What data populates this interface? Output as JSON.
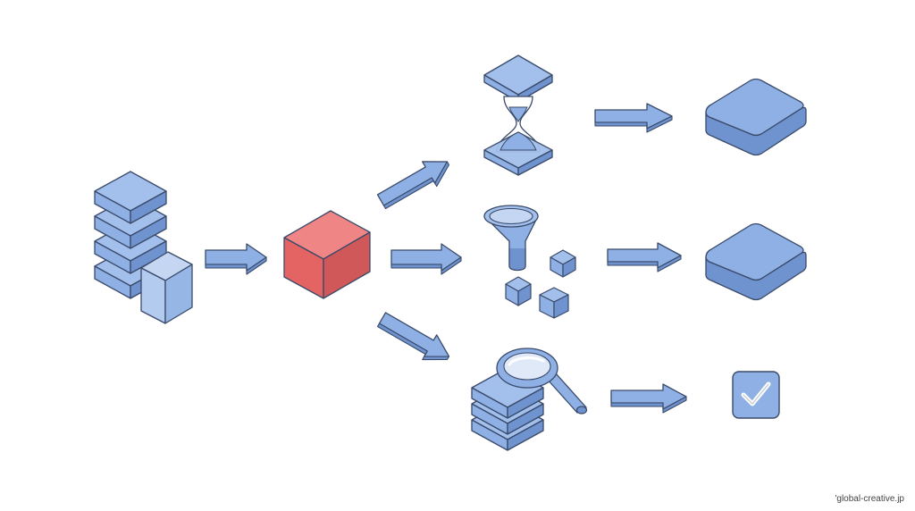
{
  "diagram": {
    "colors": {
      "node_fill": "#8eb0e4",
      "node_top": "#a3c0ec",
      "node_side": "#6f93cf",
      "stroke": "#3a4a6a",
      "highlight_front": "#e46464",
      "highlight_top": "#f08585",
      "highlight_side": "#c84848",
      "background": "#ffffff"
    },
    "nodes": [
      {
        "id": "data-source-stack",
        "icon": "database-stack-icon"
      },
      {
        "id": "central-processor",
        "icon": "red-cube-icon"
      },
      {
        "id": "wait-stage",
        "icon": "hourglass-icon"
      },
      {
        "id": "filter-stage",
        "icon": "funnel-with-cubes-icon"
      },
      {
        "id": "inspect-stage",
        "icon": "magnifier-on-stack-icon"
      },
      {
        "id": "output-top",
        "icon": "flat-slab-icon"
      },
      {
        "id": "output-middle",
        "icon": "flat-slab-icon"
      },
      {
        "id": "output-bottom",
        "icon": "checkmark-icon"
      }
    ],
    "edges": [
      {
        "from": "data-source-stack",
        "to": "central-processor"
      },
      {
        "from": "central-processor",
        "to": "wait-stage"
      },
      {
        "from": "central-processor",
        "to": "filter-stage"
      },
      {
        "from": "central-processor",
        "to": "inspect-stage"
      },
      {
        "from": "wait-stage",
        "to": "output-top"
      },
      {
        "from": "filter-stage",
        "to": "output-middle"
      },
      {
        "from": "inspect-stage",
        "to": "output-bottom"
      }
    ]
  },
  "watermark": "'global-creative.jp"
}
